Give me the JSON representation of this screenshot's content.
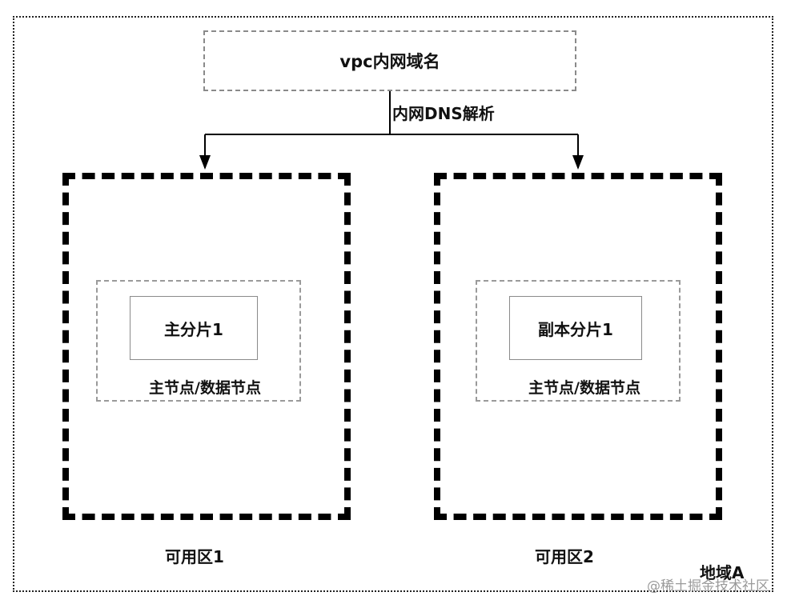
{
  "dns_domain": "vpc内网域名",
  "dns_resolution_label": "内网DNS解析",
  "zones": [
    {
      "zone_label": "可用区1",
      "shard_label": "主分片1",
      "node_label": "主节点/数据节点"
    },
    {
      "zone_label": "可用区2",
      "shard_label": "副本分片1",
      "node_label": "主节点/数据节点"
    }
  ],
  "region_label": "地域A",
  "watermark": "@稀土掘金技术社区"
}
